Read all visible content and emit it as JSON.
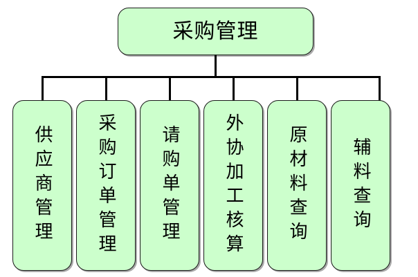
{
  "diagram": {
    "type": "organizational-tree",
    "orientation": "top-down",
    "palette": {
      "node_fill": "#CCFFCC",
      "node_border": "#1A1A1A",
      "connector": "#000000",
      "background": "#FFFFFF",
      "shadow": "#646464"
    },
    "root": {
      "label": "采购管理",
      "text_direction": "horizontal"
    },
    "children": [
      {
        "label": "供应商管理",
        "text_direction": "vertical",
        "char_count": 5
      },
      {
        "label": "采购订单管理",
        "text_direction": "vertical",
        "char_count": 6
      },
      {
        "label": "请购单管理",
        "text_direction": "vertical",
        "char_count": 5
      },
      {
        "label": "外协加工核算",
        "text_direction": "vertical",
        "char_count": 6
      },
      {
        "label": "原材料查询",
        "text_direction": "vertical",
        "char_count": 5
      },
      {
        "label": "辅料查询",
        "text_direction": "vertical",
        "char_count": 4
      }
    ]
  }
}
